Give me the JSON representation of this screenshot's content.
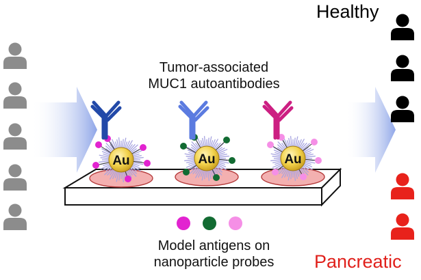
{
  "labels": {
    "healthy": "Healthy",
    "pancreatic": "Pancreatic",
    "top_caption": [
      "Tumor-associated",
      "MUC1 autoantibodies"
    ],
    "bottom_caption": [
      "Model antigens on",
      "nanoparticle probes"
    ],
    "nanoparticle": "Au"
  },
  "left_patients": {
    "count": 5,
    "color": "#8c8c8c"
  },
  "healthy_patients": {
    "count": 3,
    "color": "#000000"
  },
  "pancreatic_patients": {
    "count": 2,
    "color": "#e8221b"
  },
  "probes": [
    {
      "antibody_color": "#2249a8",
      "antigen_color": "#e223d0"
    },
    {
      "antibody_color": "#5b7be0",
      "antigen_color": "#126b32"
    },
    {
      "antibody_color": "#cc1f82",
      "antigen_color": "#f58fe6"
    }
  ],
  "antigen_legend": [
    "#e223d0",
    "#126b32",
    "#f58fe6"
  ],
  "colors": {
    "arrow": "#8fa6e8",
    "spot": "#f3b0b0",
    "gold": "#f2d24c",
    "spikes": "#a7a4e0"
  }
}
